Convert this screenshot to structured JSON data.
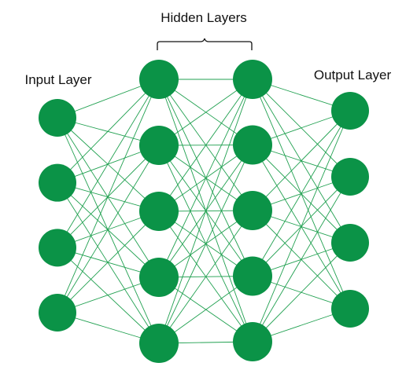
{
  "labels": {
    "hidden": "Hidden Layers",
    "input": "Input Layer",
    "output": "Output Layer"
  },
  "colors": {
    "node": "#0b9347",
    "edge": "#20a050",
    "text": "#111111",
    "background": "#ffffff"
  },
  "layers": [
    {
      "name": "input",
      "nodes": 4
    },
    {
      "name": "hidden-1",
      "nodes": 5
    },
    {
      "name": "hidden-2",
      "nodes": 5
    },
    {
      "name": "output",
      "nodes": 4
    }
  ],
  "connectivity": "fully-connected"
}
